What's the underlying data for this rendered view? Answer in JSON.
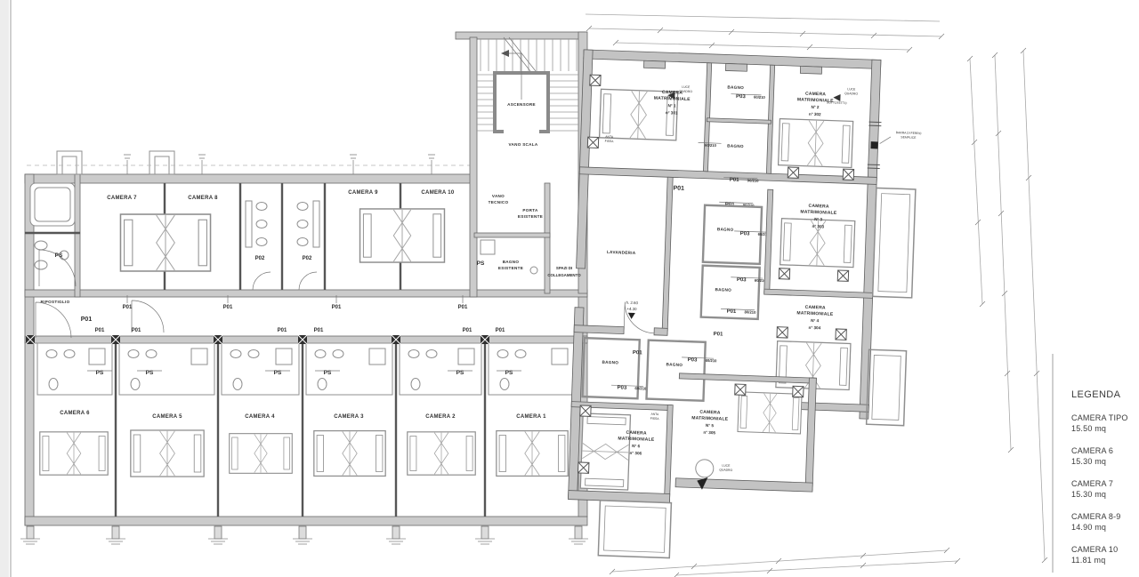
{
  "plan": {
    "core": {
      "ascensore": "ASCENSORE",
      "vano_scala": "VANO SCALA",
      "vano_l1": "VANO",
      "vano_l2": "TECNICO",
      "porta_l1": "PORTA",
      "porta_l2": "ESISTENTE",
      "bagno_es_l1": "BAGNO",
      "bagno_es_l2": "ESISTENTE",
      "spazi_l1": "SPAZI DI",
      "spazi_l2": "COLLEGAMENTO"
    },
    "left": {
      "rooms_top": [
        "CAMERA 7",
        "CAMERA 8",
        "CAMERA 9",
        "CAMERA 10"
      ],
      "rooms_bottom": [
        "CAMERA 6",
        "CAMERA 5",
        "CAMERA 4",
        "CAMERA 3",
        "CAMERA 2",
        "CAMERA 1"
      ],
      "storage": "RIPOSTIGLIO"
    },
    "right": {
      "suite_l1": "CAMERA",
      "suite_l2": "MATRIMONIALE",
      "suites": [
        {
          "num": "N° 1",
          "code": "n° 301"
        },
        {
          "num": "N° 2",
          "code": "n° 302"
        },
        {
          "num": "N° 3",
          "code": "n° 303"
        },
        {
          "num": "N° 4",
          "code": "n° 304"
        },
        {
          "num": "N° 5",
          "code": "n° 305"
        },
        {
          "num": "N° 6",
          "code": "n° 306"
        }
      ],
      "laundry": "LAVANDERIA",
      "bath": "BAGNO",
      "height_l1": "h. 2.60",
      "height_l2": "+4.30",
      "barra_l1": "BARRA DI FERRO",
      "barra_l2": "SEMPLICE",
      "luce_l1": "LUCE",
      "luce_l2": "QUADRO",
      "anta_l1": "ANTA",
      "anta_l2": "FISSA",
      "sottotetto": "SOTTOTETTO"
    },
    "tags": {
      "p01": "P01",
      "p02": "P02",
      "p03": "P03",
      "ps": "PS",
      "f60": "60/210",
      "f80": "80/210",
      "f90": "90/210"
    },
    "colors": {
      "wall_fill": "#cbcbcb",
      "line": "#555555",
      "text": "#2e2e2e"
    }
  },
  "legend": {
    "title": "LEGENDA",
    "items": [
      {
        "name": "CAMERA TIPO",
        "area": "15.50 mq"
      },
      {
        "name": "CAMERA 6",
        "area": "15.30 mq"
      },
      {
        "name": "CAMERA 7",
        "area": "15.30 mq"
      },
      {
        "name": "CAMERA 8-9",
        "area": "14.90 mq"
      },
      {
        "name": "CAMERA 10",
        "area": "11.81 mq"
      }
    ]
  }
}
